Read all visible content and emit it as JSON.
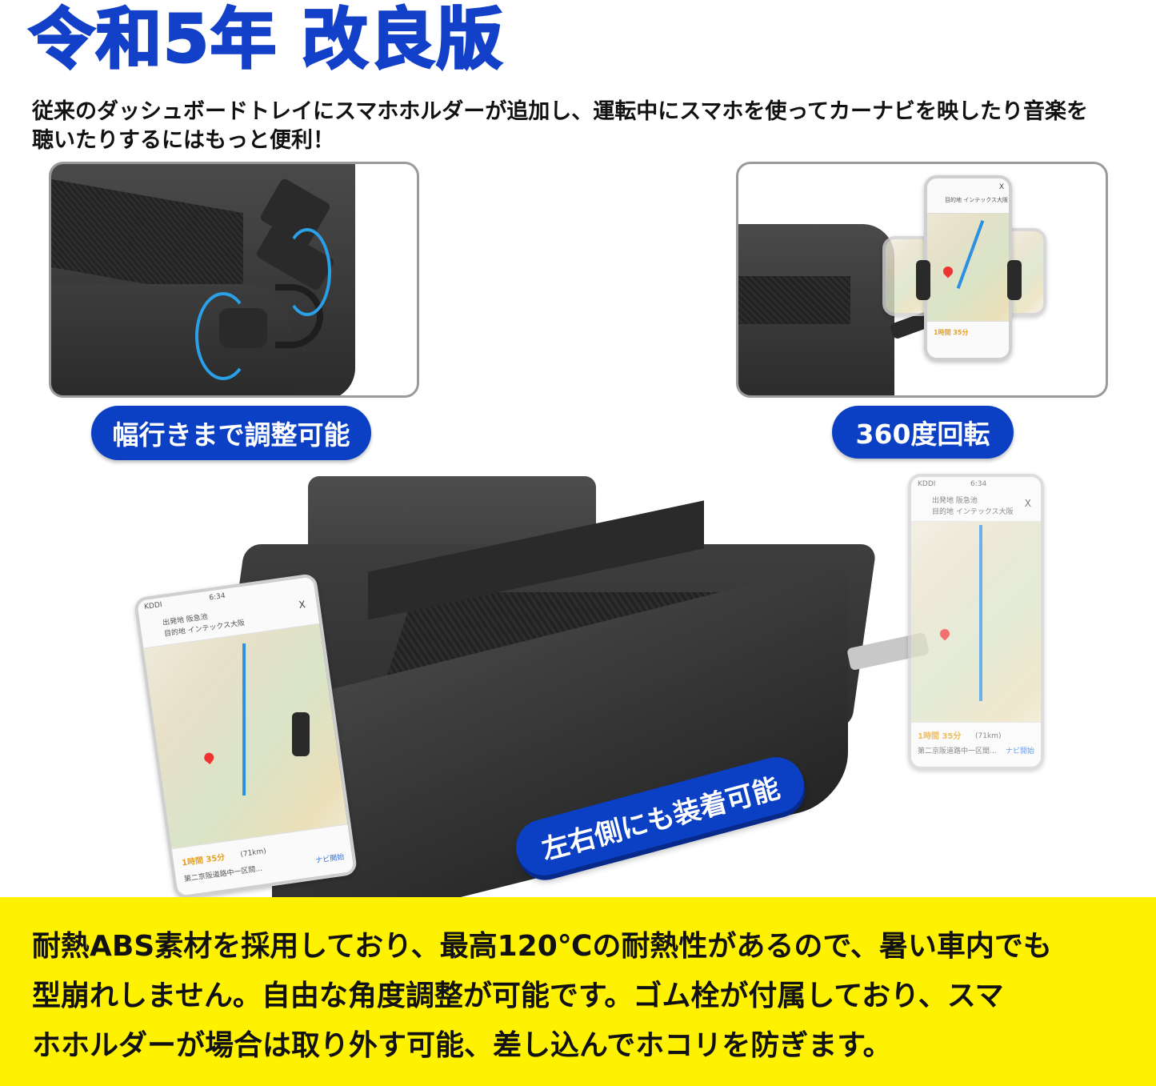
{
  "headline": "令和5年 改良版",
  "intro": "従来のダッシュボードトレイにスマホホルダーが追加し、運転中にスマホを使ってカーナビを映したり音楽を聴いたりするにはもっと便利！",
  "panels": {
    "left": {
      "label": "幅行きまで調整可能",
      "image": "tray-holder-adjustment-photo"
    },
    "right": {
      "label": "360度回転",
      "image": "phone-rotation-photo"
    }
  },
  "main_product": {
    "image": "dashboard-tray-with-phone-holders",
    "badge": "左右側にも装着可能"
  },
  "phone_screens": {
    "carrier": "KDDI",
    "time": "6:34",
    "origin": "出発地 阪急池",
    "destination": "目的地 インテックス大阪",
    "eta": "1時間 35分",
    "distance": "(71km)",
    "route_note": "第二京阪道路中一区間...",
    "nav_button": "ナビ開始",
    "close": "X"
  },
  "footer_text": {
    "lines": [
      "耐熱ABS素材を採用しており、最高120℃の耐熱性があるので、暑い車内でも",
      "型崩れしません。自由な角度調整が可能です。ゴム栓が付属しており、スマ",
      "ホホルダーが場合は取り外す可能、差し込んでホコリを防ぎます。"
    ]
  },
  "colors": {
    "brand_blue": "#1340c8",
    "pill_blue": "#0b3fc4",
    "highlight_yellow": "#fff200",
    "text": "#111111",
    "frame_border": "#9a9a9a",
    "arrow_blue": "#2aa0e8"
  }
}
